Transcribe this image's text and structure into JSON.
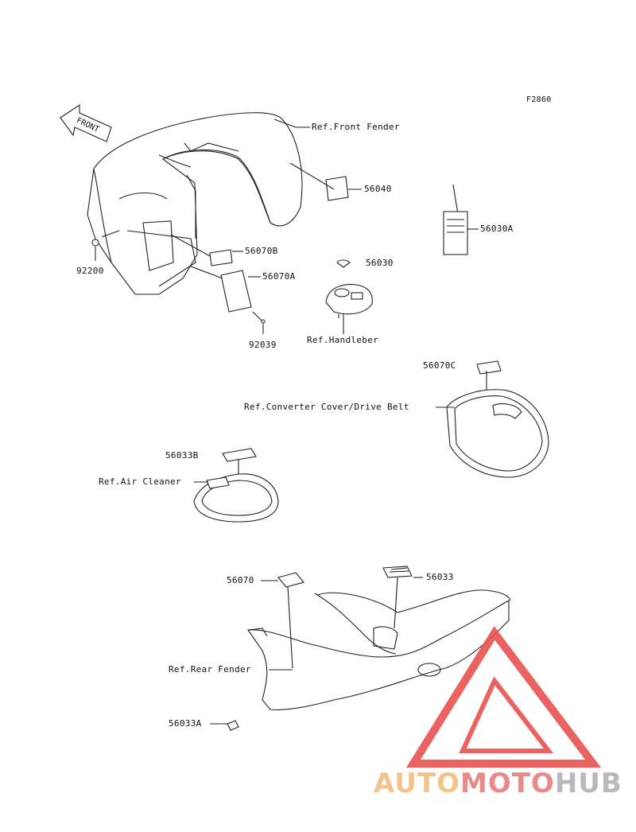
{
  "figure_code": "F2860",
  "front_arrow_text": "FRONT",
  "labels": {
    "ref_front_fender": "Ref.Front Fender",
    "p56040": "56040",
    "p56030A": "56030A",
    "p56070B": "56070B",
    "p56030": "56030",
    "p92200": "92200",
    "p56070A": "56070A",
    "p92039": "92039",
    "ref_handlebar": "Ref.Handleber",
    "p56070C": "56070C",
    "ref_converter": "Ref.Converter Cover/Drive Belt",
    "p56033B": "56033B",
    "ref_air_cleaner": "Ref.Air Cleaner",
    "p56070": "56070",
    "p56033": "56033",
    "ref_rear_fender": "Ref.Rear Fender",
    "p56033A": "56033A"
  },
  "watermark": {
    "part1": "AUTO",
    "part2": "MOTO",
    "part3": "HUB",
    "colors": {
      "part1": "#f2c48a",
      "part2": "#e98a8a",
      "part3": "#b9b9b9",
      "logo": "#e8534f"
    }
  }
}
